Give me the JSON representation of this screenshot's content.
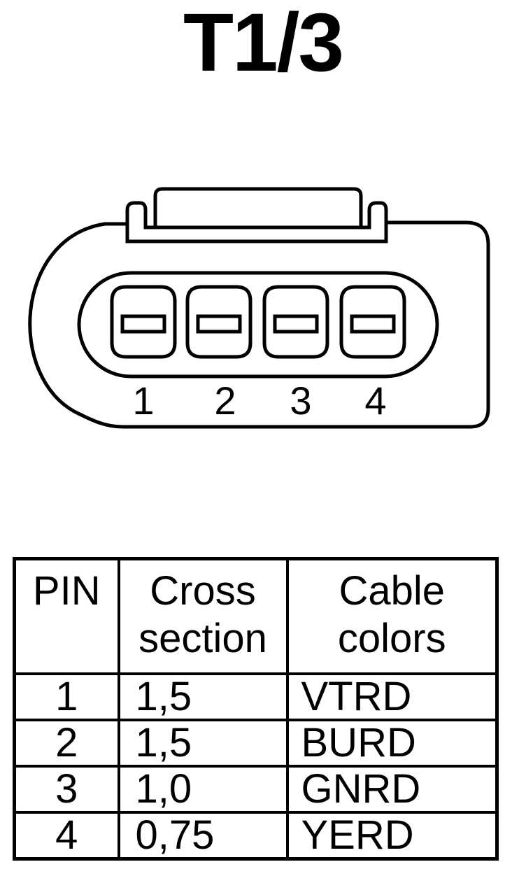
{
  "title": "T1/3",
  "pins": [
    "1",
    "2",
    "3",
    "4"
  ],
  "table": {
    "headers": {
      "pin": "PIN",
      "cross_line1": "Cross",
      "cross_line2": "section",
      "color_line1": "Cable",
      "color_line2": "colors"
    },
    "rows": [
      {
        "pin": "1",
        "cross": "1,5",
        "color": "VTRD"
      },
      {
        "pin": "2",
        "cross": "1,5",
        "color": "BURD"
      },
      {
        "pin": "3",
        "cross": "1,0",
        "color": "GNRD"
      },
      {
        "pin": "4",
        "cross": "0,75",
        "color": "YERD"
      }
    ]
  }
}
